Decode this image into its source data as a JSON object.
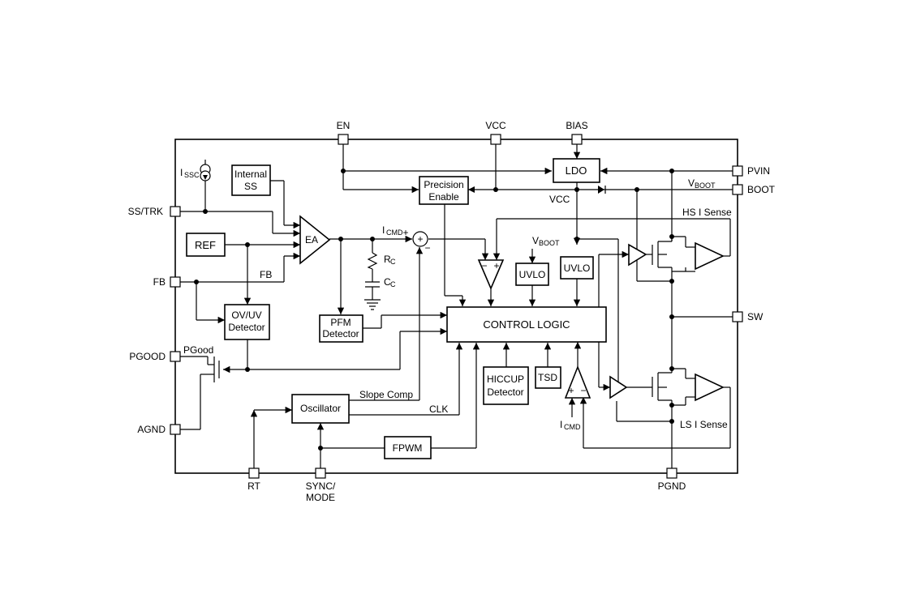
{
  "pins": {
    "en": "EN",
    "vcc": "VCC",
    "bias": "BIAS",
    "pvin": "PVIN",
    "boot": "BOOT",
    "ss_trk": "SS/TRK",
    "fb": "FB",
    "pgood": "PGOOD",
    "agnd": "AGND",
    "sw": "SW",
    "rt": "RT",
    "sync_mode_line1": "SYNC/",
    "sync_mode_line2": "MODE",
    "pgnd": "PGND"
  },
  "blocks": {
    "internal_ss_line1": "Internal",
    "internal_ss_line2": "SS",
    "ref": "REF",
    "ea": "EA",
    "ldo": "LDO",
    "precision_enable_line1": "Precision",
    "precision_enable_line2": "Enable",
    "ov_uv_line1": "OV/UV",
    "ov_uv_line2": "Detector",
    "pfm_line1": "PFM",
    "pfm_line2": "Detector",
    "control_logic": "CONTROL LOGIC",
    "uvlo_1": "UVLO",
    "uvlo_2": "UVLO",
    "hiccup_line1": "HICCUP",
    "hiccup_line2": "Detector",
    "tsd": "TSD",
    "oscillator": "Oscillator",
    "fpwm": "FPWM"
  },
  "labels": {
    "issc_main": "I",
    "issc_sub": "SSC",
    "icmd_main": "I",
    "icmd_sub": "CMD",
    "icmd2_main": "I",
    "icmd2_sub": "CMD",
    "rc_main": "R",
    "rc_sub": "C",
    "cc_main": "C",
    "cc_sub": "C",
    "vboot_main": "V",
    "vboot_sub": "BOOT",
    "vboot2_main": "V",
    "vboot2_sub": "BOOT",
    "vcc_internal": "VCC",
    "hs_i_sense": "HS I Sense",
    "ls_i_sense": "LS I Sense",
    "fb_internal": "FB",
    "pgood_internal": "PGood",
    "slope_comp": "Slope Comp",
    "clk": "CLK",
    "plus": "+",
    "minus": "−"
  }
}
